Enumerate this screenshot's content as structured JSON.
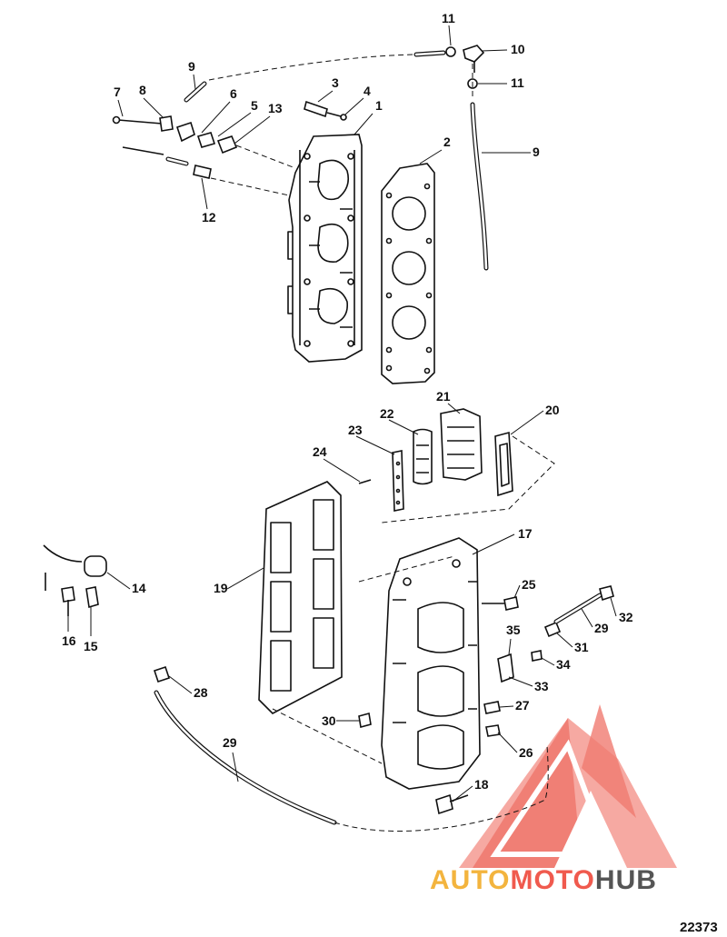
{
  "figure_number": "22373",
  "watermark": {
    "parts": [
      "AUTO",
      "MOTO",
      "HUB"
    ],
    "colors": {
      "auto": "#F3B43E",
      "moto": "#F05A4E",
      "hub": "#555555",
      "logo": "#F07A70"
    }
  },
  "callouts": [
    {
      "id": "c1",
      "label": "1"
    },
    {
      "id": "c2",
      "label": "2"
    },
    {
      "id": "c3",
      "label": "3"
    },
    {
      "id": "c4",
      "label": "4"
    },
    {
      "id": "c5",
      "label": "5"
    },
    {
      "id": "c6",
      "label": "6"
    },
    {
      "id": "c7",
      "label": "7"
    },
    {
      "id": "c8",
      "label": "8"
    },
    {
      "id": "c9a",
      "label": "9"
    },
    {
      "id": "c9b",
      "label": "9"
    },
    {
      "id": "c10",
      "label": "10"
    },
    {
      "id": "c11a",
      "label": "11"
    },
    {
      "id": "c11b",
      "label": "11"
    },
    {
      "id": "c12",
      "label": "12"
    },
    {
      "id": "c13",
      "label": "13"
    },
    {
      "id": "c14",
      "label": "14"
    },
    {
      "id": "c15",
      "label": "15"
    },
    {
      "id": "c16",
      "label": "16"
    },
    {
      "id": "c17",
      "label": "17"
    },
    {
      "id": "c18",
      "label": "18"
    },
    {
      "id": "c19",
      "label": "19"
    },
    {
      "id": "c20",
      "label": "20"
    },
    {
      "id": "c21",
      "label": "21"
    },
    {
      "id": "c22",
      "label": "22"
    },
    {
      "id": "c23",
      "label": "23"
    },
    {
      "id": "c24",
      "label": "24"
    },
    {
      "id": "c25",
      "label": "25"
    },
    {
      "id": "c26",
      "label": "26"
    },
    {
      "id": "c27",
      "label": "27"
    },
    {
      "id": "c28",
      "label": "28"
    },
    {
      "id": "c29a",
      "label": "29"
    },
    {
      "id": "c29b",
      "label": "29"
    },
    {
      "id": "c30",
      "label": "30"
    },
    {
      "id": "c31",
      "label": "31"
    },
    {
      "id": "c32",
      "label": "32"
    },
    {
      "id": "c33",
      "label": "33"
    },
    {
      "id": "c34",
      "label": "34"
    },
    {
      "id": "c35",
      "label": "35"
    }
  ]
}
